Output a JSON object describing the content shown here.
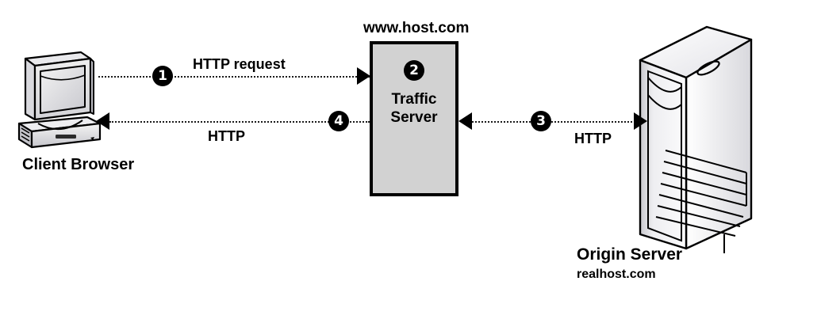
{
  "diagram": {
    "title_host": "www.host.com",
    "nodes": {
      "client": {
        "icon": "desktop-computer-icon",
        "label": "Client Browser"
      },
      "traffic_server": {
        "label_line1": "Traffic",
        "label_line2": "Server",
        "hostname": "www.host.com",
        "fill_color": "#d2d2d2",
        "border_color": "#000000"
      },
      "origin_server": {
        "icon": "tower-server-icon",
        "label": "Origin Server",
        "sublabel": "realhost.com"
      }
    },
    "flows": [
      {
        "step": "1",
        "badge": "❶",
        "label": "HTTP request",
        "from": "client",
        "to": "traffic_server",
        "direction": "right"
      },
      {
        "step": "2",
        "badge": "❷",
        "label": "",
        "at": "traffic_server",
        "direction": "none"
      },
      {
        "step": "3",
        "badge": "❸",
        "label": "HTTP",
        "from": "traffic_server",
        "to": "origin_server",
        "direction": "both"
      },
      {
        "step": "4",
        "badge": "❹",
        "label": "HTTP",
        "from": "traffic_server",
        "to": "client",
        "direction": "left"
      }
    ],
    "badge_numbers": {
      "one": "1",
      "two": "2",
      "three": "3",
      "four": "4"
    },
    "colors": {
      "background": "#ffffff",
      "line": "#1a1a1a",
      "badge_fill": "#000000",
      "badge_text": "#ffffff",
      "box_fill": "#d2d2d2"
    }
  }
}
